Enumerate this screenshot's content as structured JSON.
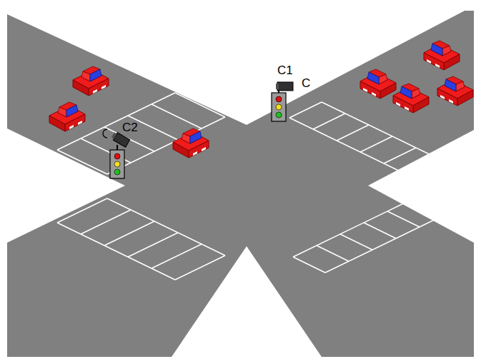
{
  "diagram": {
    "labels": [
      "C1",
      "C",
      "C2"
    ]
  }
}
